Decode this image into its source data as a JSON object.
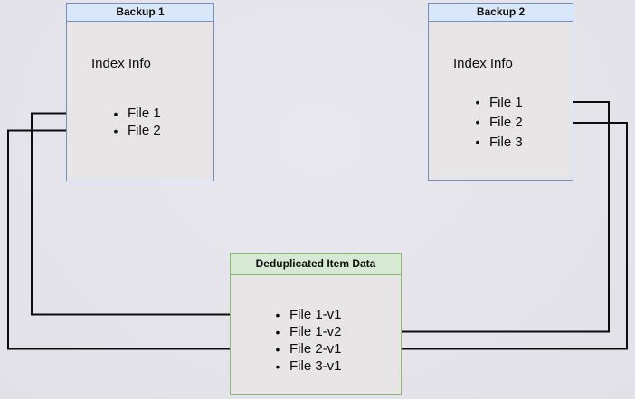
{
  "boxes": {
    "backup1": {
      "title": "Backup 1",
      "heading": "Index Info",
      "items": [
        "File 1",
        "File 2"
      ]
    },
    "backup2": {
      "title": "Backup 2",
      "heading": "Index Info",
      "items": [
        "File 1",
        "File 2",
        "File 3"
      ]
    },
    "dedup": {
      "title": "Deduplicated Item Data",
      "items": [
        "File 1-v1",
        "File 1-v2",
        "File 2-v1",
        "File 3-v1"
      ]
    }
  },
  "connections": [
    {
      "from": "Backup 1 / File 1",
      "to": "Deduplicated Item Data / File 1-v1"
    },
    {
      "from": "Backup 1 / File 2",
      "to": "Deduplicated Item Data / File 2-v1"
    },
    {
      "from": "Backup 2 / File 1",
      "to": "Deduplicated Item Data / File 1-v2"
    },
    {
      "from": "Backup 2 / File 2",
      "to": "Deduplicated Item Data / File 2-v1"
    }
  ],
  "bullet": "•",
  "colors": {
    "bg_light": "#e9e8ee",
    "bg_dark": "#e2e1e8",
    "box_fill": "#e7e5e6",
    "blue_fill": "#d9e7fb",
    "blue_stroke": "#7490c2",
    "green_fill": "#d6e9d3",
    "green_stroke": "#8cba6e",
    "line_color": "#0d0d0d"
  }
}
